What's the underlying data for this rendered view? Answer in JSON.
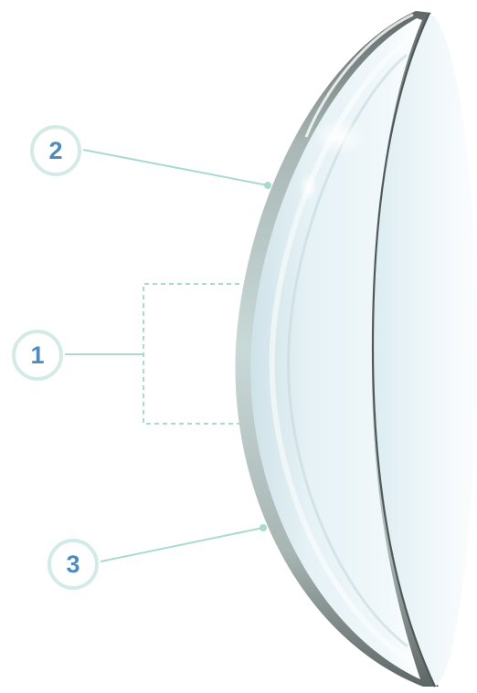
{
  "callouts": [
    {
      "id": "callout-1",
      "number": "1"
    },
    {
      "id": "callout-2",
      "number": "2"
    },
    {
      "id": "callout-3",
      "number": "3"
    }
  ],
  "colors": {
    "badge_border": "#d3ebe6",
    "badge_text": "#4f8cbb",
    "leader_line": "#a9d9cf",
    "lens_edge": "#6f7a78",
    "lens_body": "#e2f1f6"
  }
}
